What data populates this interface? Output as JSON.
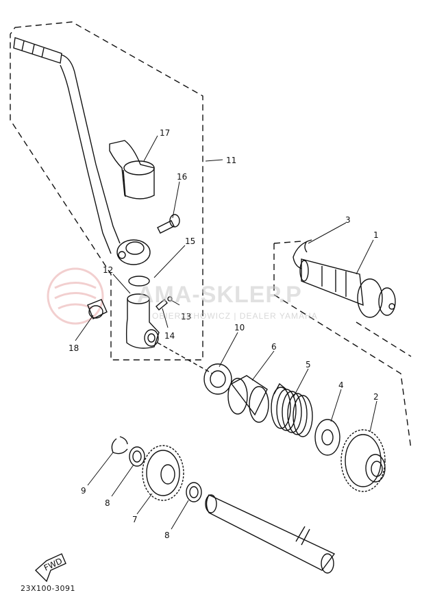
{
  "diagram": {
    "code": "23X100-3091",
    "fwd_label": "FWD",
    "watermark": {
      "brand": "AMA-SKLEP.P",
      "tagline": "OBIERZCHOWICZ | DEALER YAMAHA"
    },
    "callouts": [
      "1",
      "2",
      "3",
      "4",
      "5",
      "6",
      "7",
      "8",
      "8",
      "9",
      "10",
      "11",
      "12",
      "13",
      "14",
      "16",
      "17",
      "18",
      "15"
    ]
  }
}
